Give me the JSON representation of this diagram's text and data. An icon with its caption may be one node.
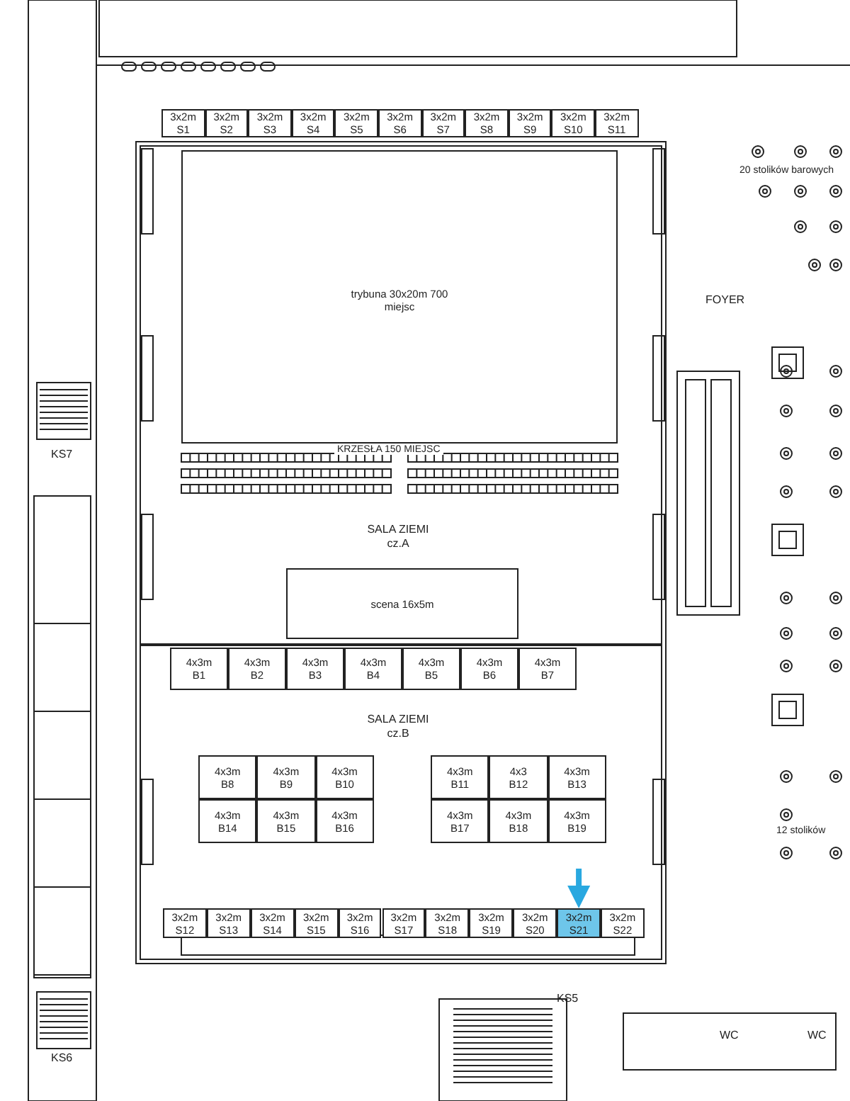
{
  "diagram": {
    "nodes": [
      {
        "text": [
          "3x2m",
          "S1"
        ]
      },
      {
        "text": [
          "3x2m",
          "S2"
        ]
      },
      {
        "text": [
          "3x2m",
          "S3"
        ]
      },
      {
        "text": [
          "3x2m",
          "S4"
        ]
      },
      {
        "text": [
          "3x2m",
          "S5"
        ]
      },
      {
        "text": [
          "3x2m",
          "S6"
        ]
      },
      {
        "text": [
          "3x2m",
          "S7"
        ]
      },
      {
        "text": [
          "3x2m",
          "S8"
        ]
      },
      {
        "text": [
          "3x2m",
          "S9"
        ]
      },
      {
        "text": [
          "3x2m",
          "S10"
        ]
      },
      {
        "text": [
          "3x2m",
          "S11"
        ]
      },
      {
        "text": [
          "trybuna 30x20m 700 miejsc"
        ]
      },
      {
        "text": [
          "scena 16x5m"
        ]
      },
      {
        "text": [
          "4x3m",
          "B1"
        ]
      },
      {
        "text": [
          "4x3m",
          "B2"
        ]
      },
      {
        "text": [
          "4x3m",
          "B3"
        ]
      },
      {
        "text": [
          "4x3m",
          "B4"
        ]
      },
      {
        "text": [
          "4x3m",
          "B5"
        ]
      },
      {
        "text": [
          "4x3m",
          "B6"
        ]
      },
      {
        "text": [
          "4x3m",
          "B7"
        ]
      },
      {
        "text": [
          "4x3m",
          "B8"
        ]
      },
      {
        "text": [
          "4x3m",
          "B9"
        ]
      },
      {
        "text": [
          "4x3m",
          "B10"
        ]
      },
      {
        "text": [
          "4x3m",
          "B11"
        ]
      },
      {
        "text": [
          "4x3",
          "B12"
        ]
      },
      {
        "text": [
          "4x3m",
          "B13"
        ]
      },
      {
        "text": [
          "4x3m",
          "B14"
        ]
      },
      {
        "text": [
          "4x3m",
          "B15"
        ]
      },
      {
        "text": [
          "4x3m",
          "B16"
        ]
      },
      {
        "text": [
          "4x3m",
          "B17"
        ]
      },
      {
        "text": [
          "4x3m",
          "B18"
        ]
      },
      {
        "text": [
          "4x3m",
          "B19"
        ]
      },
      {
        "text": [
          "3x2m",
          "S12"
        ]
      },
      {
        "text": [
          "3x2m",
          "S13"
        ]
      },
      {
        "text": [
          "3x2m",
          "S14"
        ]
      },
      {
        "text": [
          "3x2m",
          "S15"
        ]
      },
      {
        "text": [
          "3x2m",
          "S16"
        ]
      },
      {
        "text": [
          "3x2m",
          "S17"
        ]
      },
      {
        "text": [
          "3x2m",
          "S18"
        ]
      },
      {
        "text": [
          "3x2m",
          "S19"
        ]
      },
      {
        "text": [
          "3x2m",
          "S20"
        ]
      },
      {
        "text": [
          "3x2m",
          "S21"
        ]
      },
      {
        "text": [
          "3x2m",
          "S22"
        ]
      }
    ],
    "edges": [
      {
        "from": null,
        "to": 41,
        "arrow": "to",
        "color": "#29a8e0"
      }
    ],
    "labels": [
      "20 stolików barowych",
      "FOYER",
      "KS7",
      "KRZESŁA 150 MIEJSC",
      "SALA ZIEMI cz.A",
      "SALA ZIEMI cz.B",
      "12 stolików",
      "KS5",
      "WC",
      "WC",
      "KS6"
    ]
  }
}
